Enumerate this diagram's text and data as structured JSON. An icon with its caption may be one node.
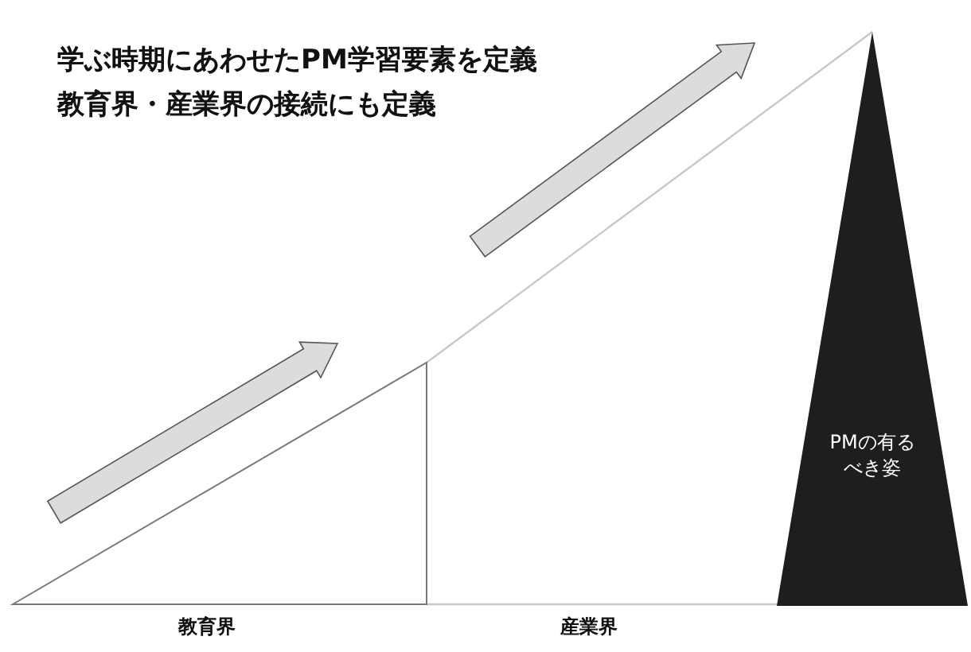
{
  "diagram": {
    "nodes": [
      {
        "text": [
          "PMの有るべき姿"
        ]
      }
    ],
    "edges": [],
    "labels": [
      "学ぶ時期にあわせたPM学習要素を定義",
      "教育界・産業界の接続にも定義",
      "教育界",
      "産業界"
    ]
  }
}
